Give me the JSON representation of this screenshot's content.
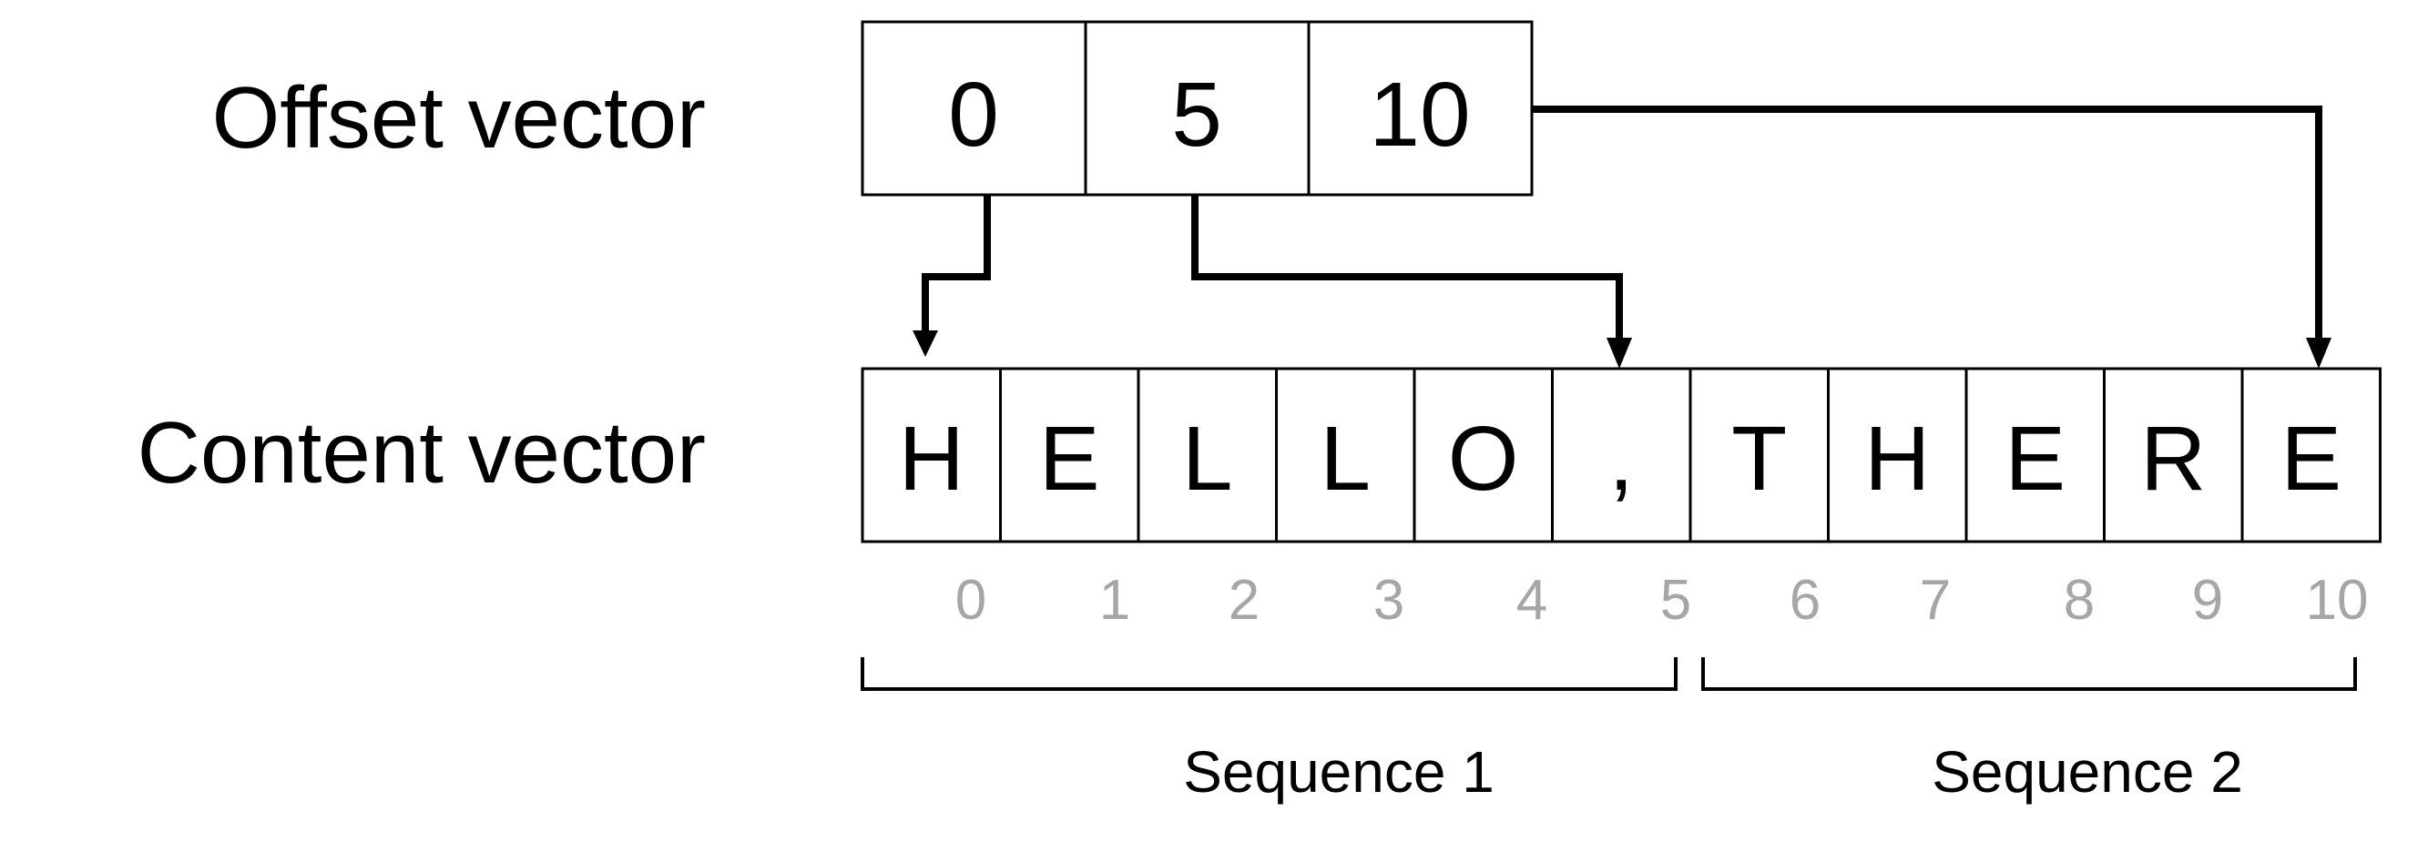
{
  "labels": {
    "offset_vector": "Offset vector",
    "content_vector": "Content vector"
  },
  "offset_cells": [
    "0",
    "5",
    "10"
  ],
  "content_cells": [
    "H",
    "E",
    "L",
    "L",
    "O",
    ",",
    "T",
    "H",
    "E",
    "R",
    "E"
  ],
  "index_labels": [
    "0",
    "1",
    "2",
    "3",
    "4",
    "5",
    "6",
    "7",
    "8",
    "9",
    "10"
  ],
  "sequences": [
    "Sequence 1",
    "Sequence 2"
  ]
}
